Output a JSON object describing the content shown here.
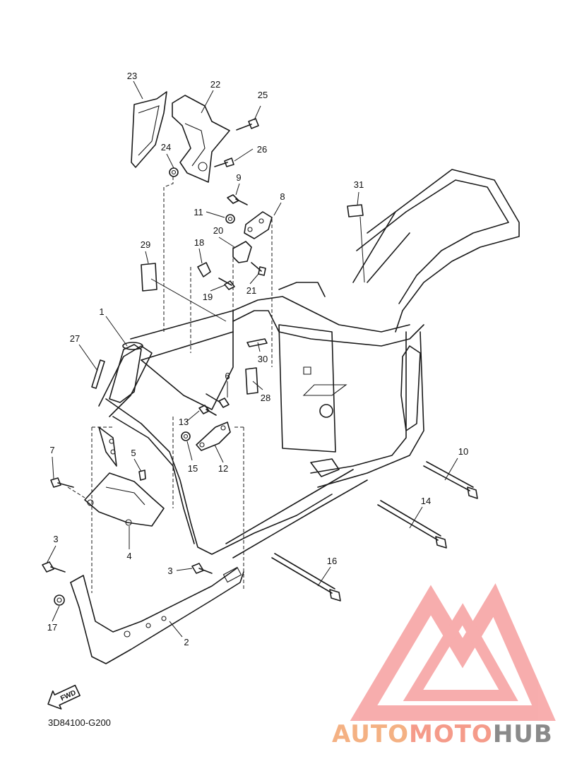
{
  "diagram_code": "3D84100-G200",
  "fwd_label": "FWD",
  "watermark": {
    "part1": "AUTO",
    "part2": "MOTO",
    "part3": "HUB"
  },
  "colors": {
    "line": "#1a1a1a",
    "watermark_red": "#f26b6b",
    "watermark_orange": "#f4b183",
    "watermark_grey": "#8a8a8a"
  },
  "callouts": [
    {
      "id": "c1",
      "label": "1"
    },
    {
      "id": "c2",
      "label": "2"
    },
    {
      "id": "c3a",
      "label": "3"
    },
    {
      "id": "c3b",
      "label": "3"
    },
    {
      "id": "c4",
      "label": "4"
    },
    {
      "id": "c5",
      "label": "5"
    },
    {
      "id": "c6",
      "label": "6"
    },
    {
      "id": "c7",
      "label": "7"
    },
    {
      "id": "c8",
      "label": "8"
    },
    {
      "id": "c9",
      "label": "9"
    },
    {
      "id": "c10",
      "label": "10"
    },
    {
      "id": "c11",
      "label": "11"
    },
    {
      "id": "c12",
      "label": "12"
    },
    {
      "id": "c13",
      "label": "13"
    },
    {
      "id": "c14",
      "label": "14"
    },
    {
      "id": "c15",
      "label": "15"
    },
    {
      "id": "c16",
      "label": "16"
    },
    {
      "id": "c17",
      "label": "17"
    },
    {
      "id": "c18",
      "label": "18"
    },
    {
      "id": "c19",
      "label": "19"
    },
    {
      "id": "c20",
      "label": "20"
    },
    {
      "id": "c21",
      "label": "21"
    },
    {
      "id": "c22",
      "label": "22"
    },
    {
      "id": "c23",
      "label": "23"
    },
    {
      "id": "c24",
      "label": "24"
    },
    {
      "id": "c25",
      "label": "25"
    },
    {
      "id": "c26",
      "label": "26"
    },
    {
      "id": "c27",
      "label": "27"
    },
    {
      "id": "c28",
      "label": "28"
    },
    {
      "id": "c29",
      "label": "29"
    },
    {
      "id": "c30",
      "label": "30"
    },
    {
      "id": "c31",
      "label": "31"
    }
  ]
}
